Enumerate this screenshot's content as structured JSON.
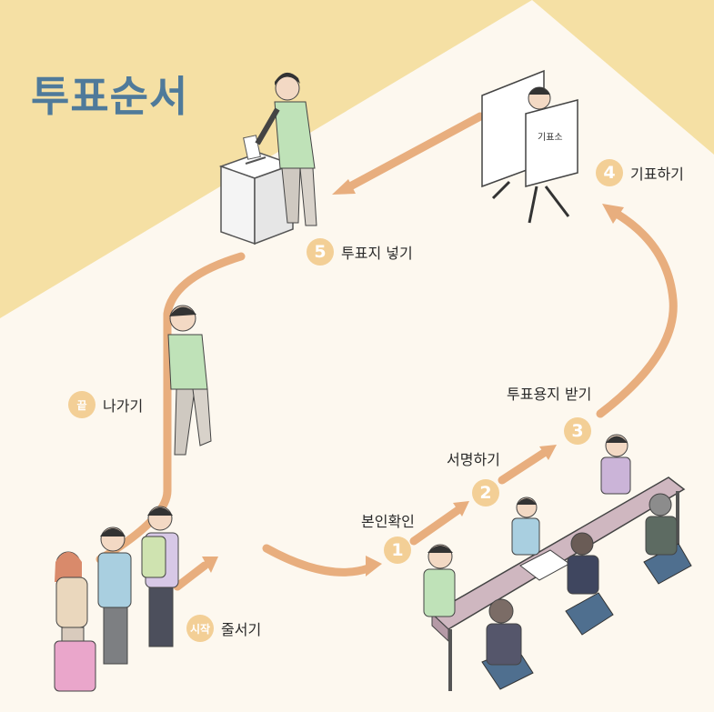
{
  "title": "투표순서",
  "steps": [
    {
      "badge": "시작",
      "label": "줄서기"
    },
    {
      "badge": "1",
      "label": "본인확인"
    },
    {
      "badge": "2",
      "label": "서명하기"
    },
    {
      "badge": "3",
      "label": "투표용지 받기"
    },
    {
      "badge": "4",
      "label": "기표하기"
    },
    {
      "badge": "5",
      "label": "투표지 넣기"
    },
    {
      "badge": "끝",
      "label": "나가기"
    }
  ],
  "booth_sign": "기표소",
  "colors": {
    "background": "#fdf8ef",
    "top_band": "#f5e0a4",
    "arrow": "#e8ae7e",
    "badge": "#f3cf96",
    "title": "#4f7a9a"
  }
}
